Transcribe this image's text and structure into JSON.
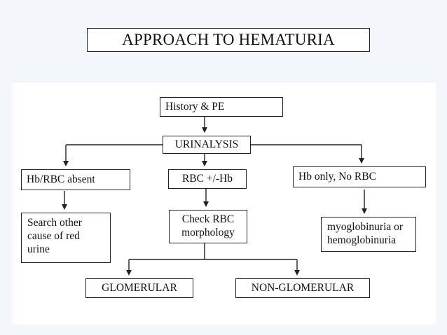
{
  "title": "APPROACH TO HEMATURIA",
  "nodes": {
    "history": "History & PE",
    "urinalysis": "URINALYSIS",
    "hb_rbc_absent": "Hb/RBC absent",
    "rbc_hb": "RBC +/-Hb",
    "hb_only": "Hb only,  No RBC",
    "search_other": [
      "Search other",
      "cause of red",
      "urine"
    ],
    "check_rbc": [
      "Check RBC",
      "morphology"
    ],
    "myoglobinuria": [
      "myoglobinuria or",
      "hemoglobinuria"
    ],
    "glomerular": "GLOMERULAR",
    "non_glomerular": "NON-GLOMERULAR"
  },
  "colors": {
    "background": "#f3f6fb",
    "panel": "#ffffff",
    "line": "#222222"
  }
}
